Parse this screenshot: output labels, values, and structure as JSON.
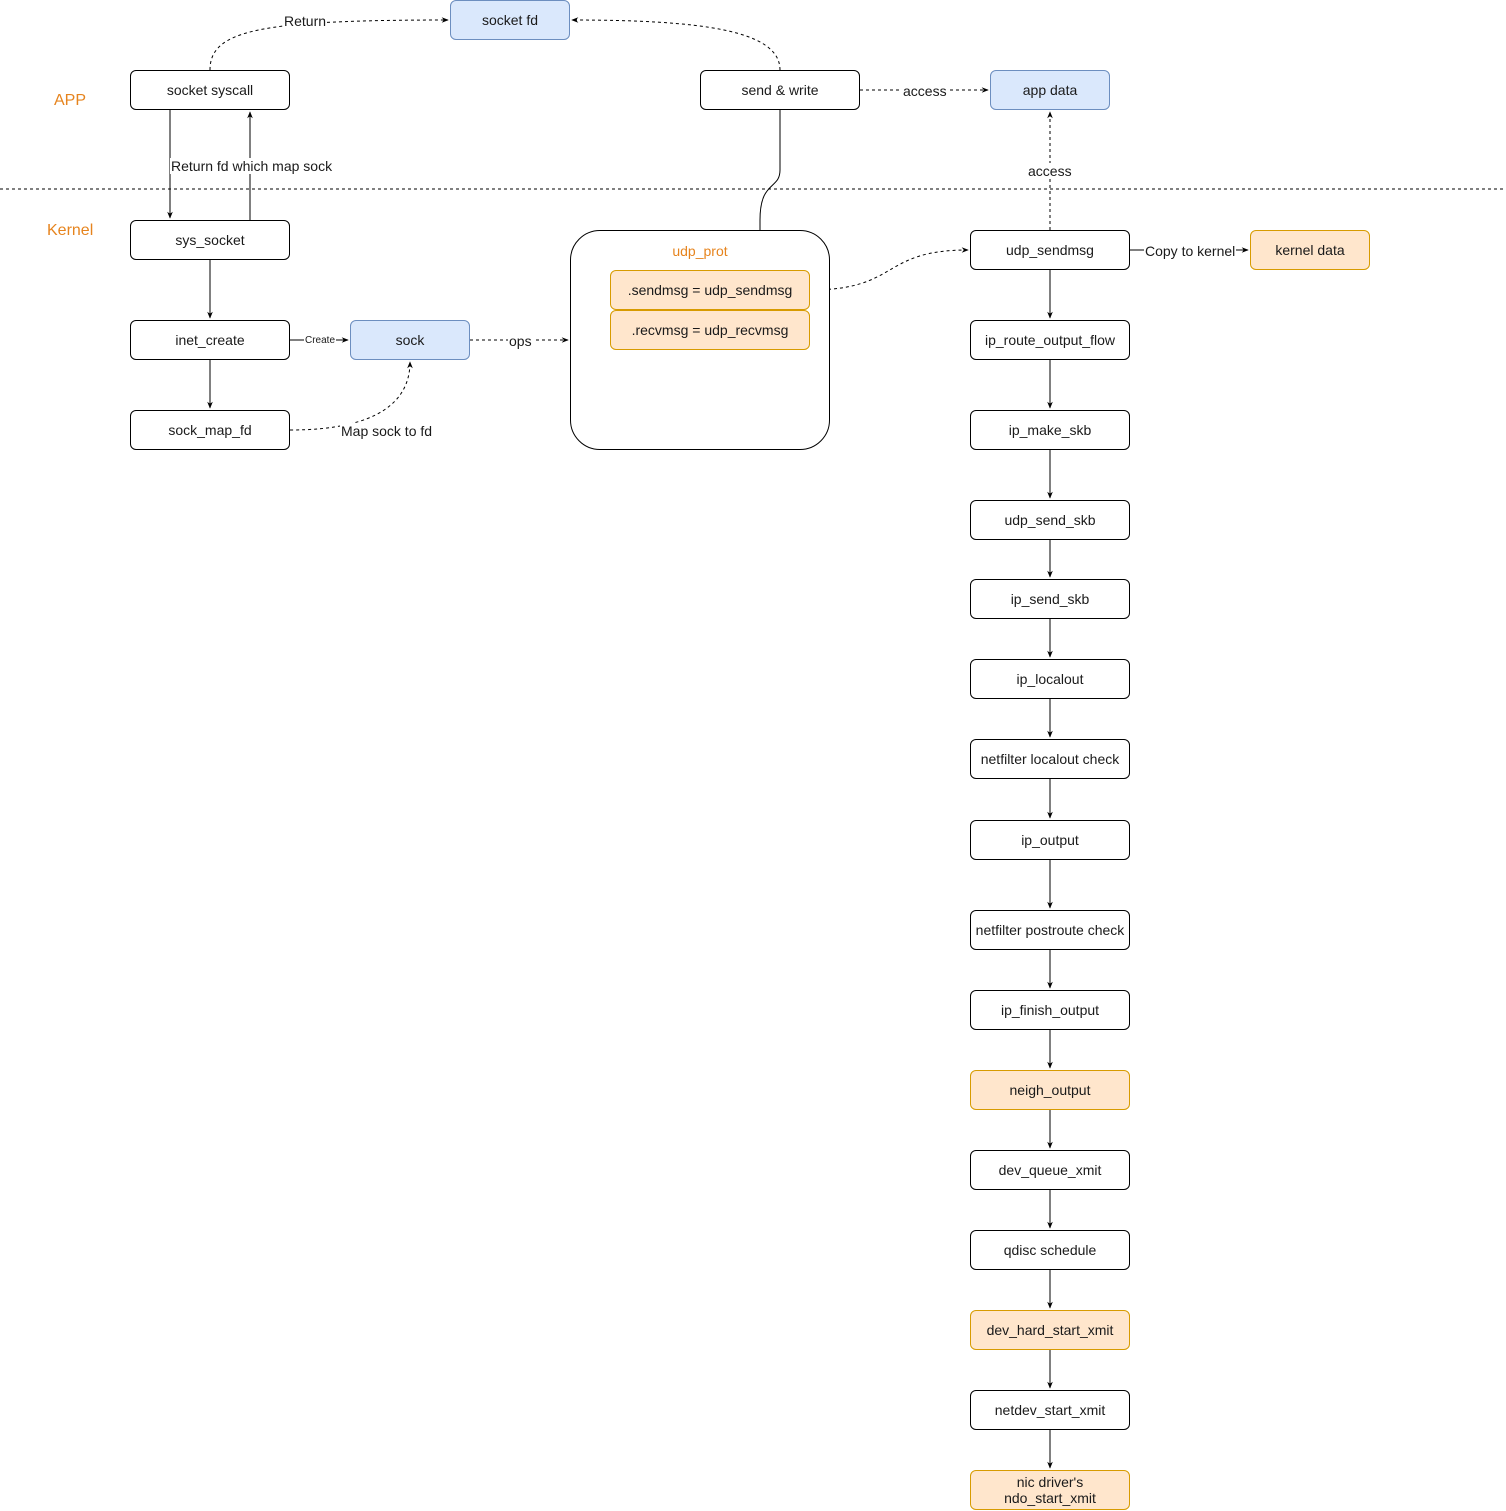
{
  "lanes": {
    "app": "APP",
    "kernel": "Kernel"
  },
  "nodes": {
    "socket_fd": "socket fd",
    "socket_syscall": "socket syscall",
    "send_write": "send & write",
    "app_data": "app data",
    "sys_socket": "sys_socket",
    "inet_create": "inet_create",
    "sock": "sock",
    "sock_map_fd": "sock_map_fd",
    "udp_prot": "udp_prot",
    "sendmsg_field": ".sendmsg = udp_sendmsg",
    "recvmsg_field": ".recvmsg = udp_recvmsg",
    "udp_sendmsg": "udp_sendmsg",
    "kernel_data": "kernel data",
    "ip_route_output_flow": "ip_route_output_flow",
    "ip_make_skb": "ip_make_skb",
    "udp_send_skb": "udp_send_skb",
    "ip_send_skb": "ip_send_skb",
    "ip_localout": "ip_localout",
    "netfilter_localout": "netfilter localout check",
    "ip_output": "ip_output",
    "netfilter_postroute": "netfilter postroute check",
    "ip_finish_output": "ip_finish_output",
    "neigh_output": "neigh_output",
    "dev_queue_xmit": "dev_queue_xmit",
    "qdisc_schedule": "qdisc schedule",
    "dev_hard_start_xmit": "dev_hard_start_xmit",
    "netdev_start_xmit": "netdev_start_xmit",
    "nic_driver_line1": "nic driver's",
    "nic_driver_line2": "ndo_start_xmit"
  },
  "edge_labels": {
    "return": "Return",
    "return_fd": "Return fd which map sock",
    "access_send": "access",
    "access_up": "access",
    "create": "Create",
    "ops": "ops",
    "map_sock": "Map sock to fd",
    "copy_to_kernel": "Copy to kernel"
  },
  "colors": {
    "lane_label": "#e6841e",
    "blue_fill": "#dae8fc",
    "blue_stroke": "#6c8ebf",
    "orange_fill": "#ffe6cc",
    "orange_stroke": "#d79b00"
  }
}
